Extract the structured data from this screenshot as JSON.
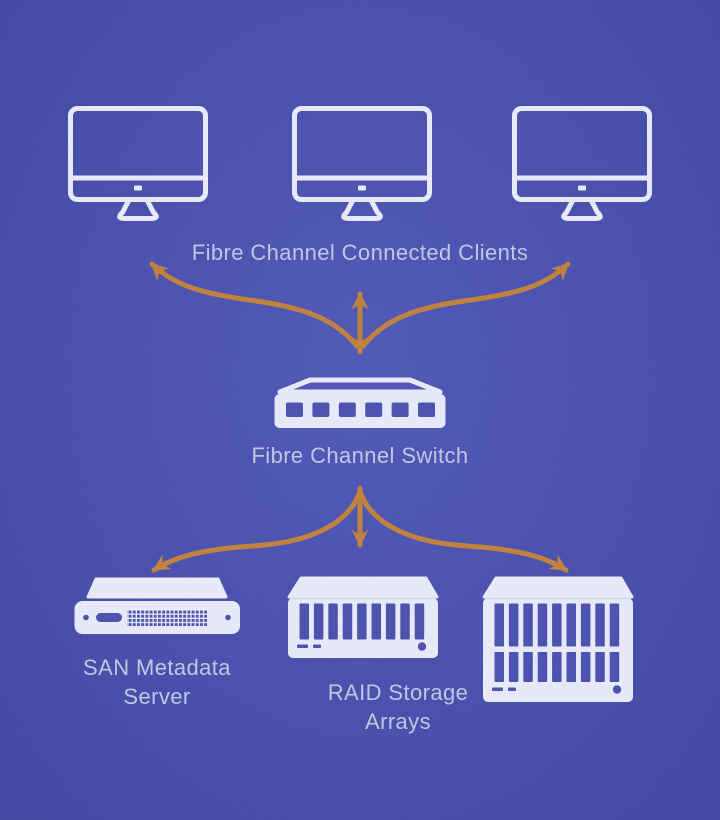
{
  "diagram": {
    "type": "san-architecture-diagram",
    "labels": {
      "clients": "Fibre Channel Connected Clients",
      "switch": "Fibre Channel Switch",
      "san_server_line1": "SAN Metadata",
      "san_server_line2": "Server",
      "raid_line1": "RAID Storage",
      "raid_line2": "Arrays"
    },
    "icons": {
      "client": "desktop-monitor-icon",
      "switch": "network-switch-icon",
      "san_server": "rack-server-icon",
      "raid_array": "raid-array-icon",
      "raid_array_tall": "raid-array-tall-icon",
      "connector": "double-arrow-icon"
    },
    "colors": {
      "background-center": "#5058b7",
      "background-edge": "#4149a2",
      "icon": "#e7e9f8",
      "label": "#c0c5e0",
      "arrow": "#c07f3d",
      "port": "#4a52ae"
    },
    "connections": [
      {
        "from": "fibre-channel-switch",
        "to": "clients",
        "style": "bidirectional"
      },
      {
        "from": "fibre-channel-switch",
        "to": "storage-devices",
        "style": "bidirectional"
      }
    ]
  }
}
